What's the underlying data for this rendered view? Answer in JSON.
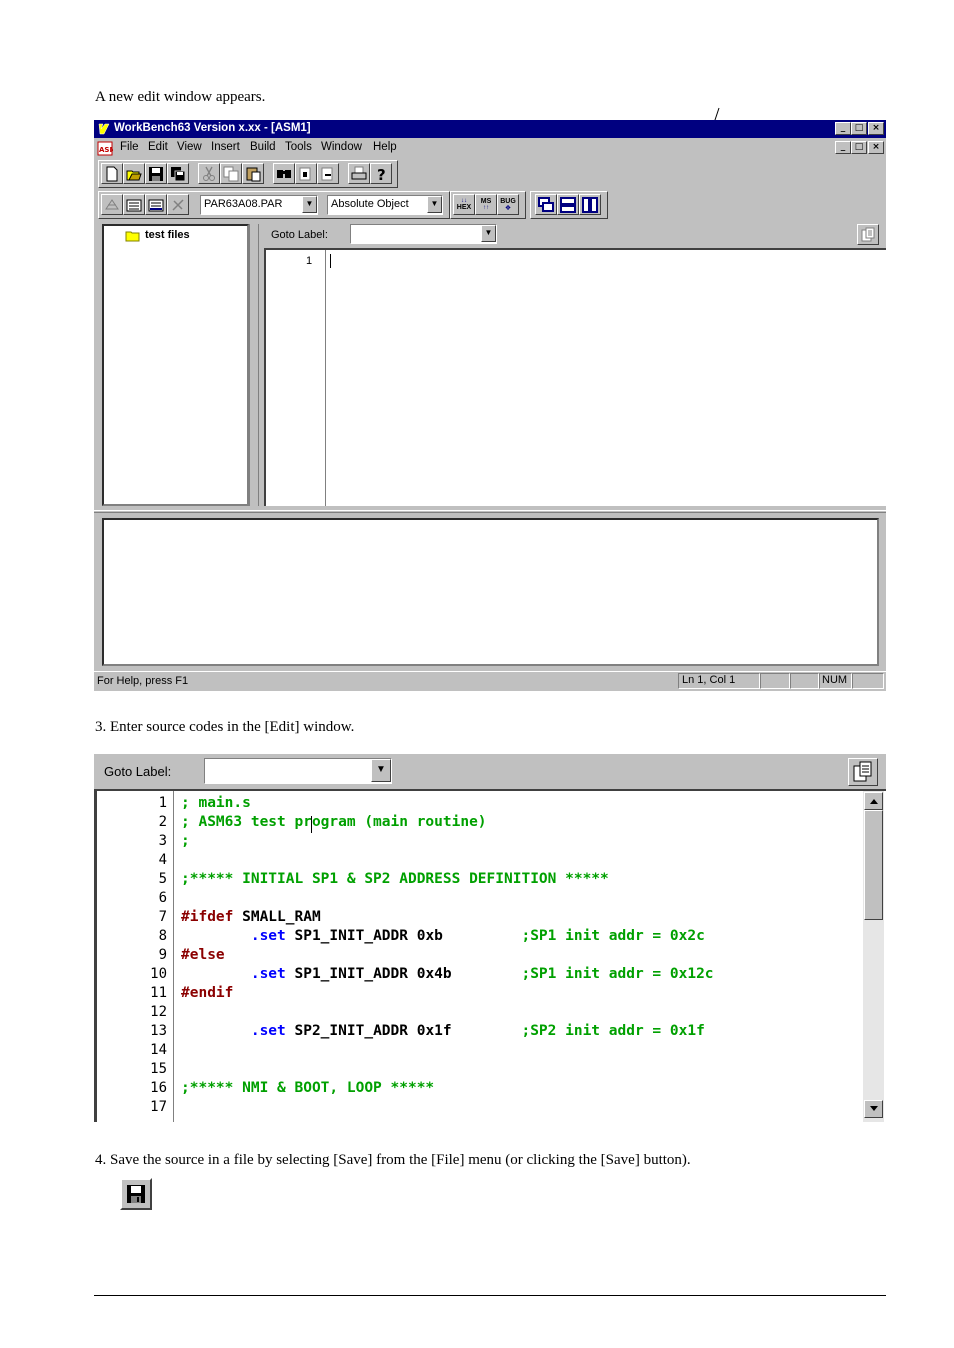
{
  "intro_text": "A new edit window appears.",
  "window": {
    "title": "WorkBench63  Version x.xx - [ASM1]",
    "menu": [
      "File",
      "Edit",
      "View",
      "Insert",
      "Build",
      "Tools",
      "Window",
      "Help"
    ],
    "par_combo": "PAR63A08.PAR",
    "object_combo": "Absolute Object",
    "hex_label": "HEX",
    "ms_label": "MS",
    "bug_label": "BUG",
    "tree_root": "test files",
    "goto_label": "Goto Label:",
    "line_number": "1",
    "status_help": "For Help, press F1",
    "status_position": "Ln 1, Col 1",
    "status_num": "NUM"
  },
  "step3_text": "3.   Enter source codes in the [Edit] window.",
  "editor": {
    "goto_label": "Goto Label:",
    "lines": [
      {
        "n": "1",
        "segments": [
          {
            "c": "green",
            "t": "; main.s"
          }
        ]
      },
      {
        "n": "2",
        "segments": [
          {
            "c": "green",
            "t": "; ASM63 test program (main routine)"
          }
        ]
      },
      {
        "n": "3",
        "segments": [
          {
            "c": "green",
            "t": ";"
          }
        ]
      },
      {
        "n": "4",
        "segments": []
      },
      {
        "n": "5",
        "segments": [
          {
            "c": "green",
            "t": ";***** INITIAL SP1 & SP2 ADDRESS DEFINITION *****"
          }
        ]
      },
      {
        "n": "6",
        "segments": []
      },
      {
        "n": "7",
        "segments": [
          {
            "c": "maroon",
            "t": "#ifdef"
          },
          {
            "c": "black",
            "t": " SMALL_RAM"
          }
        ]
      },
      {
        "n": "8",
        "segments": [
          {
            "c": "blue",
            "t": "        .set"
          },
          {
            "c": "black",
            "t": " SP1_INIT_ADDR 0xb         "
          },
          {
            "c": "green",
            "t": ";SP1 init addr = 0x2c"
          }
        ]
      },
      {
        "n": "9",
        "segments": [
          {
            "c": "maroon",
            "t": "#else"
          }
        ]
      },
      {
        "n": "10",
        "segments": [
          {
            "c": "blue",
            "t": "        .set"
          },
          {
            "c": "black",
            "t": " SP1_INIT_ADDR 0x4b        "
          },
          {
            "c": "green",
            "t": ";SP1 init addr = 0x12c"
          }
        ]
      },
      {
        "n": "11",
        "segments": [
          {
            "c": "maroon",
            "t": "#endif"
          }
        ]
      },
      {
        "n": "12",
        "segments": []
      },
      {
        "n": "13",
        "segments": [
          {
            "c": "blue",
            "t": "        .set"
          },
          {
            "c": "black",
            "t": " SP2_INIT_ADDR 0x1f        "
          },
          {
            "c": "green",
            "t": ";SP2 init addr = 0x1f"
          }
        ]
      },
      {
        "n": "14",
        "segments": []
      },
      {
        "n": "15",
        "segments": []
      },
      {
        "n": "16",
        "segments": [
          {
            "c": "green",
            "t": ";***** NMI & BOOT, LOOP *****"
          }
        ]
      },
      {
        "n": "17",
        "segments": []
      }
    ]
  },
  "step4_text": "4.   Save the source in a file by selecting [Save] from the [File] menu (or clicking the [Save] button).",
  "colors": {
    "titlebar": "#000080",
    "face": "#c0c0c0",
    "comment": "#00a000",
    "directive": "#8b0000",
    "keyword": "#0000ff"
  },
  "icons": [
    "app-icon",
    "doc-icon",
    "new-icon",
    "open-icon",
    "save-icon",
    "save-all-icon",
    "cut-icon",
    "copy-icon",
    "paste-icon",
    "find-icon",
    "replace-icon",
    "find-next-icon",
    "print-icon",
    "help-icon",
    "compile-icon",
    "build-icon",
    "rebuild-icon",
    "stop-icon",
    "hex-icon",
    "ms-icon",
    "bug-icon",
    "cascade-icon",
    "tile-h-icon",
    "tile-v-icon",
    "folder-icon",
    "goto-icon",
    "scroll-up-icon",
    "scroll-down-icon"
  ]
}
